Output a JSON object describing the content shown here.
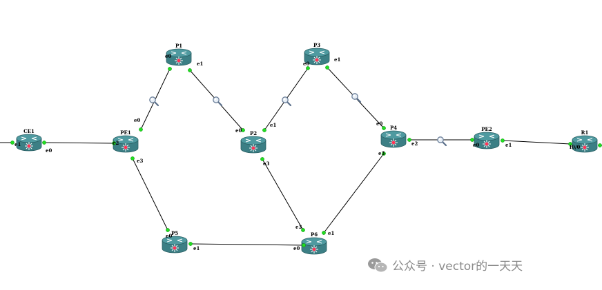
{
  "nodes": [
    {
      "id": "CE1",
      "name": "CE1"
    },
    {
      "id": "PE1",
      "name": "PE1"
    },
    {
      "id": "P1",
      "name": "P1"
    },
    {
      "id": "P2",
      "name": "P2"
    },
    {
      "id": "P3",
      "name": "P3"
    },
    {
      "id": "P4",
      "name": "P4"
    },
    {
      "id": "PE2",
      "name": "PE2"
    },
    {
      "id": "R1",
      "name": "R1"
    },
    {
      "id": "P5",
      "name": "P5"
    },
    {
      "id": "P6",
      "name": "P6"
    }
  ],
  "links": [
    {
      "a": "CE1",
      "b": "PE1",
      "a_port": "e0",
      "b_port": "e2",
      "capture": false
    },
    {
      "a": "PE1",
      "b": "P1",
      "a_port": "e0",
      "b_port": "e0",
      "capture": true
    },
    {
      "a": "P1",
      "b": "P2",
      "a_port": "e1",
      "b_port": "e0",
      "capture": true
    },
    {
      "a": "P2",
      "b": "P3",
      "a_port": "e1",
      "b_port": "e0",
      "capture": true
    },
    {
      "a": "P3",
      "b": "P4",
      "a_port": "e1",
      "b_port": "e0",
      "capture": true
    },
    {
      "a": "P4",
      "b": "PE2",
      "a_port": "e2",
      "b_port": "e0",
      "capture": true
    },
    {
      "a": "PE2",
      "b": "R1",
      "a_port": "e1",
      "b_port": "f0/0",
      "capture": false
    },
    {
      "a": "PE1",
      "b": "P5",
      "a_port": "e3",
      "b_port": "e0",
      "capture": false
    },
    {
      "a": "P5",
      "b": "P6",
      "a_port": "e1",
      "b_port": "e0",
      "capture": false
    },
    {
      "a": "P2",
      "b": "P6",
      "a_port": "e3",
      "b_port": "e3",
      "capture": false
    },
    {
      "a": "P4",
      "b": "P6",
      "a_port": "e3",
      "b_port": "e1",
      "capture": false
    }
  ],
  "stub_ports": [
    {
      "node": "CE1",
      "port": "e1"
    }
  ],
  "colors": {
    "router_top": "#4f9aa0",
    "router_body": "#3c7f85",
    "router_edge": "#2a5f63",
    "router_mark": "#ff3355",
    "port_dot": "#22dd22",
    "link": "#000000"
  },
  "icons": {
    "router": "router-icon",
    "capture": "magnifier-icon",
    "watermark": "wechat-icon"
  },
  "watermark": {
    "text": "公众号 · vector的一天天"
  }
}
